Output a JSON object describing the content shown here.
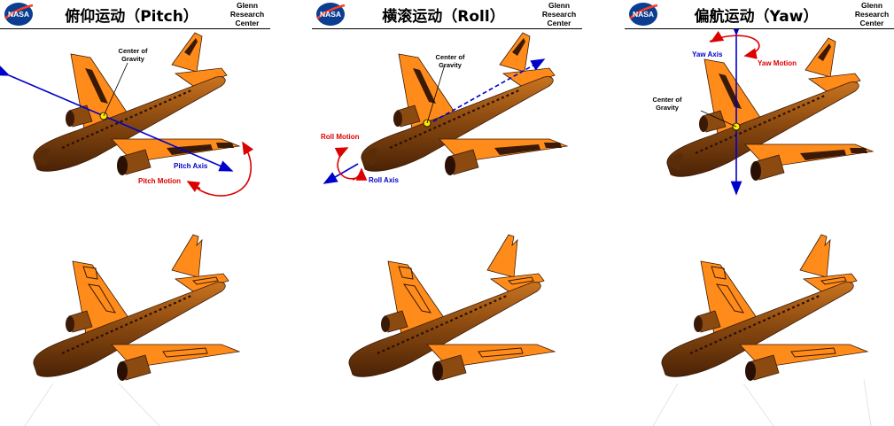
{
  "panels": [
    {
      "id": "pitch",
      "title": "俯仰运动（Pitch）",
      "center_label": [
        "Center of",
        "Gravity"
      ],
      "axis_label": "Pitch Axis",
      "motion_label": "Pitch Motion"
    },
    {
      "id": "roll",
      "title": "横滚运动（Roll）",
      "center_label": [
        "Center of",
        "Gravity"
      ],
      "axis_label": "Roll Axis",
      "motion_label": "Roll Motion"
    },
    {
      "id": "yaw",
      "title": "偏航运动（Yaw）",
      "center_label": [
        "Center of",
        "Gravity"
      ],
      "axis_label": "Yaw Axis",
      "motion_label": "Yaw Motion"
    }
  ],
  "header": {
    "logo_text": "NASA",
    "org_lines": [
      "Glenn",
      "Research",
      "Center"
    ]
  },
  "colors": {
    "airframe": "#8B4A10",
    "wing": "#FF8C1A",
    "dark": "#3a1a06",
    "axis": "#0000CC",
    "motion": "#DD0000",
    "cg": "#FFE800",
    "nasa_blue": "#0B3D91",
    "nasa_red": "#FC3D21"
  }
}
